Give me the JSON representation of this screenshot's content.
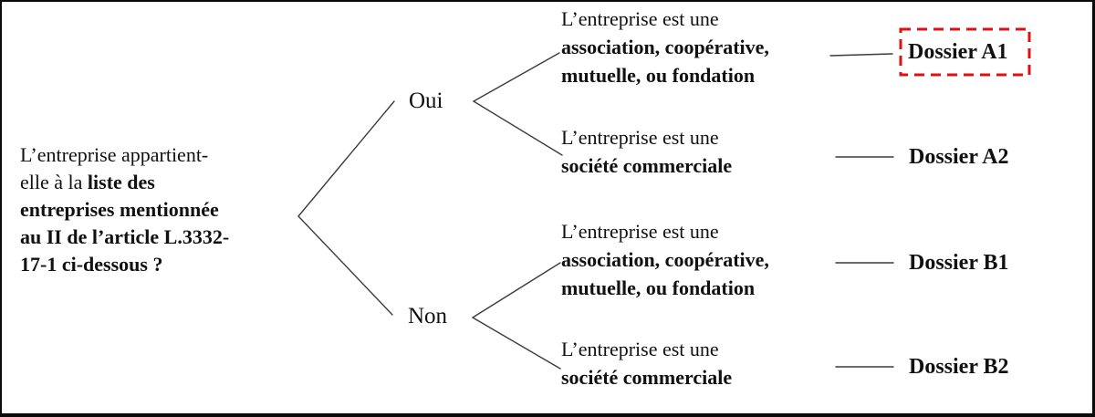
{
  "diagram": {
    "question": {
      "lines": [
        [
          {
            "text": "L’entreprise appartient-",
            "bold": false
          }
        ],
        [
          {
            "text": "elle à la ",
            "bold": false
          },
          {
            "text": "liste des",
            "bold": true
          }
        ],
        [
          {
            "text": "entreprises mentionnée",
            "bold": true
          }
        ],
        [
          {
            "text": "au II de l’article L.3332-",
            "bold": true
          }
        ],
        [
          {
            "text": "17-1 ci-dessous ?",
            "bold": true
          }
        ]
      ]
    },
    "branch_yes": "Oui",
    "branch_no": "Non",
    "options": {
      "a1": {
        "lines": [
          [
            {
              "text": "L’entreprise est une",
              "bold": false
            }
          ],
          [
            {
              "text": "association, coopérative,",
              "bold": true
            }
          ],
          [
            {
              "text": "mutuelle, ou fondation",
              "bold": true
            }
          ]
        ]
      },
      "a2": {
        "lines": [
          [
            {
              "text": "L’entreprise est une",
              "bold": false
            }
          ],
          [
            {
              "text": "société commerciale",
              "bold": true
            }
          ]
        ]
      },
      "b1": {
        "lines": [
          [
            {
              "text": "L’entreprise est une",
              "bold": false
            }
          ],
          [
            {
              "text": "association, coopérative,",
              "bold": true
            }
          ],
          [
            {
              "text": "mutuelle, ou fondation",
              "bold": true
            }
          ]
        ]
      },
      "b2": {
        "lines": [
          [
            {
              "text": "L’entreprise est une",
              "bold": false
            }
          ],
          [
            {
              "text": "société commerciale",
              "bold": true
            }
          ]
        ]
      }
    },
    "dossiers": {
      "a1": "Dossier A1",
      "a2": "Dossier A2",
      "b1": "Dossier B1",
      "b2": "Dossier B2"
    },
    "highlighted_dossier": "Dossier A1",
    "colors": {
      "highlight_box": "#dd1111",
      "connector_line": "#3c3c3c",
      "text": "#111111",
      "frame_border": "#0a0a0a"
    }
  }
}
